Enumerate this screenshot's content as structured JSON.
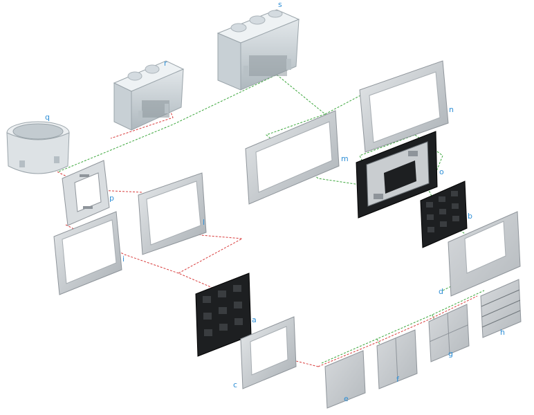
{
  "labels": {
    "a": "a",
    "b": "b",
    "c": "c",
    "d": "d",
    "e": "e",
    "f": "f",
    "g": "g",
    "h": "h",
    "i": "i",
    "l": "l",
    "m": "m",
    "n": "n",
    "o": "o",
    "p": "p",
    "q": "q",
    "r": "r",
    "s": "s"
  },
  "colors": {
    "label": "#2f8fd6",
    "red_path": "#d83a3a",
    "green_path": "#3aa63a",
    "frame_light": "#d9dcdf",
    "frame_mid": "#b9bec3",
    "frame_dark": "#8e949a",
    "module_black": "#1d1f21",
    "box_body": "#cfd6da",
    "box_dark": "#9aa4aa"
  }
}
